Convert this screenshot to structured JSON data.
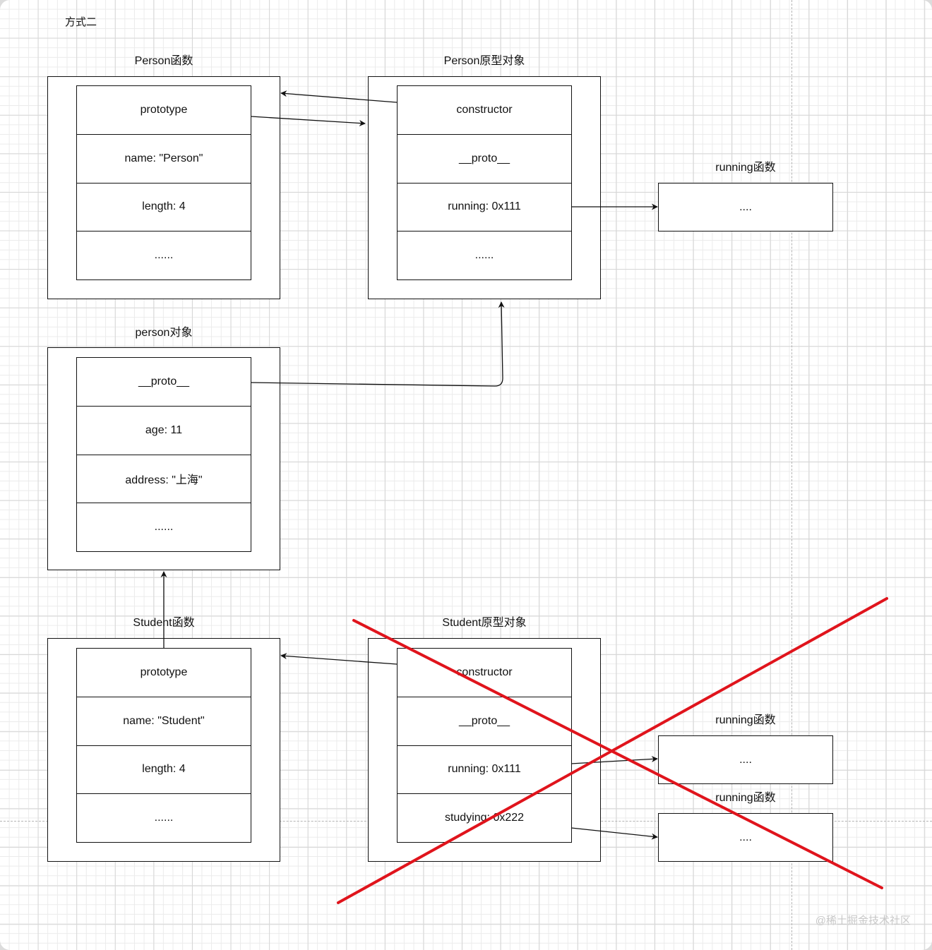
{
  "caption": "方式二",
  "diagram": {
    "person_function": {
      "title": "Person函数",
      "rows": [
        "prototype",
        "name: \"Person\"",
        "length: 4",
        "......"
      ]
    },
    "person_prototype": {
      "title": "Person原型对象",
      "rows": [
        "constructor",
        "__proto__",
        "running: 0x111",
        "......"
      ]
    },
    "running_function_1": {
      "title": "running函数",
      "body": "...."
    },
    "person_object": {
      "title": "person对象",
      "rows": [
        "__proto__",
        "age: 11",
        "address: \"上海\"",
        "......"
      ]
    },
    "student_function": {
      "title": "Student函数",
      "rows": [
        "prototype",
        "name: \"Student\"",
        "length: 4",
        "......"
      ]
    },
    "student_prototype": {
      "title": "Student原型对象",
      "rows": [
        "constructor",
        "__proto__",
        "running: 0x111",
        "studying: 0x222"
      ]
    },
    "running_function_2": {
      "title": "running函数",
      "body": "...."
    },
    "running_function_3": {
      "title": "running函数",
      "body": "...."
    }
  },
  "colors": {
    "stroke": "#111111",
    "cross": "#e0141c",
    "watermark": "#c8c8c8"
  },
  "watermark": "@稀土掘金技术社区"
}
